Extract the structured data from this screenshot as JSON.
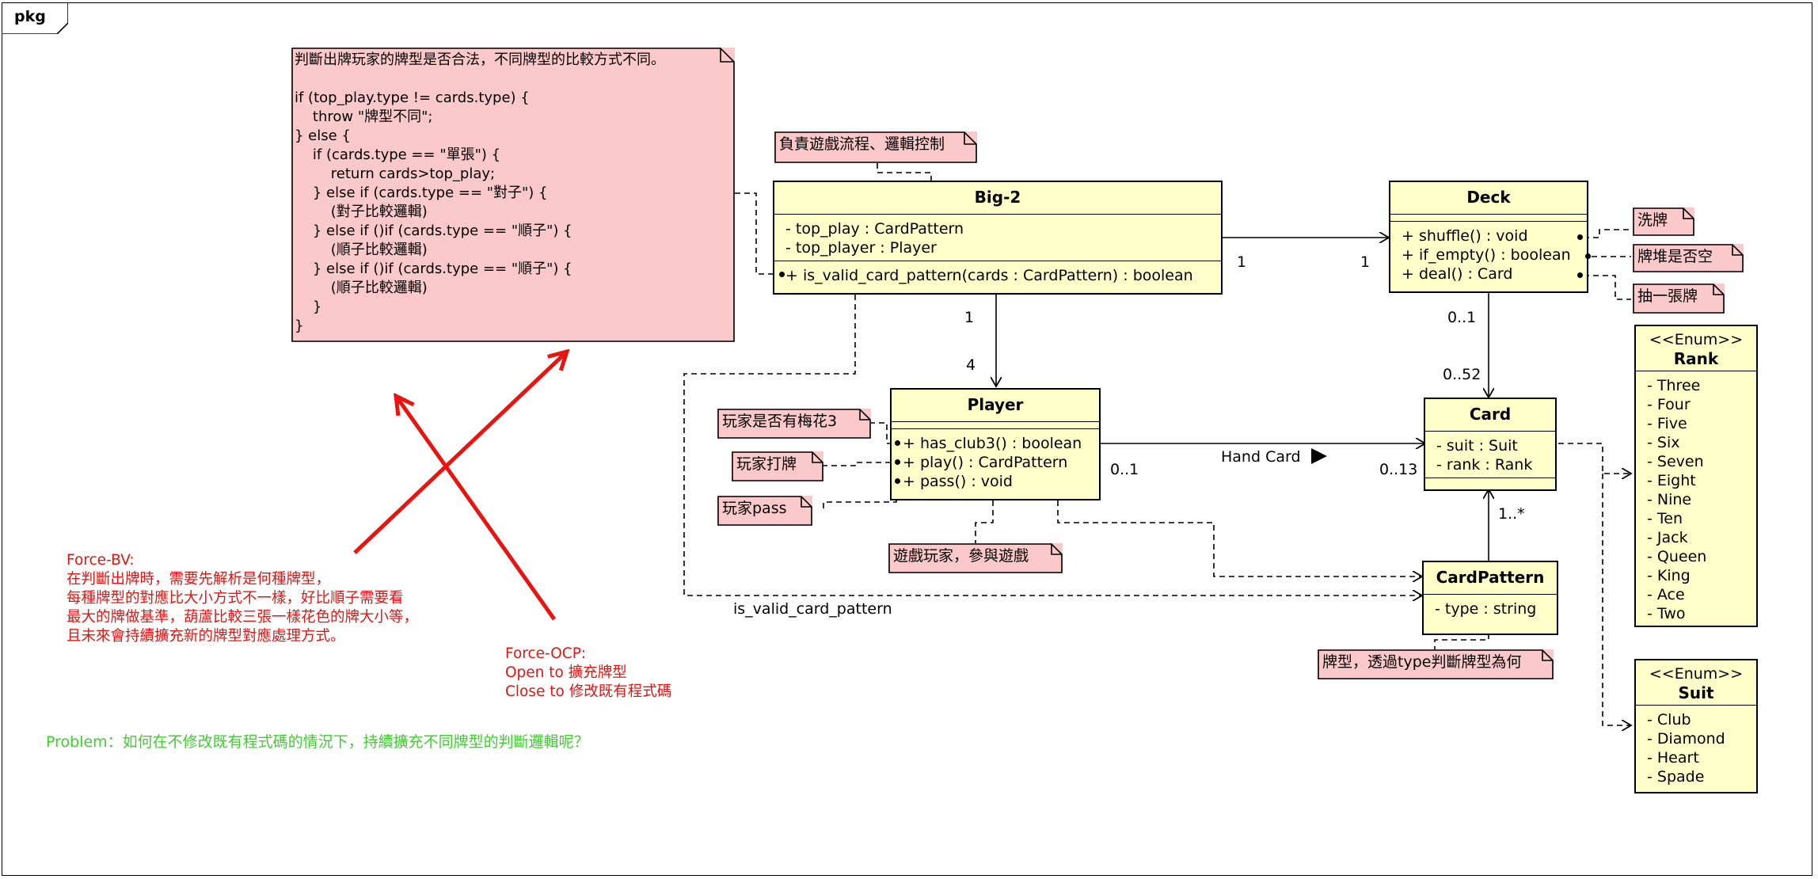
{
  "package": {
    "label": "pkg"
  },
  "classes": {
    "big2": {
      "name": "Big-2",
      "attrs": [
        "- top_play : CardPattern",
        "- top_player : Player"
      ],
      "ops": [
        "+ is_valid_card_pattern(cards : CardPattern) : boolean"
      ]
    },
    "deck": {
      "name": "Deck",
      "ops": [
        "+ shuffle() : void",
        "+ if_empty() : boolean",
        "+ deal() : Card"
      ]
    },
    "player": {
      "name": "Player",
      "ops": [
        "+ has_club3() : boolean",
        "+ play() : CardPattern",
        "+ pass() : void"
      ]
    },
    "card": {
      "name": "Card",
      "attrs": [
        "- suit : Suit",
        "- rank : Rank"
      ]
    },
    "cardpattern": {
      "name": "CardPattern",
      "attrs": [
        "- type : string"
      ]
    },
    "rank": {
      "stereotype": "<<Enum>>",
      "name": "Rank",
      "literals": [
        "- Three",
        "- Four",
        "- Five",
        "- Six",
        "- Seven",
        "- Eight",
        "- Nine",
        "- Ten",
        "- Jack",
        "- Queen",
        "- King",
        "- Ace",
        "- Two"
      ]
    },
    "suit": {
      "stereotype": "<<Enum>>",
      "name": "Suit",
      "literals": [
        "- Club",
        "- Diamond",
        "- Heart",
        "- Spade"
      ]
    }
  },
  "notes": {
    "validation_logic": "判斷出牌玩家的牌型是否合法，不同牌型的比較方式不同。\n\nif (top_play.type != cards.type) {\n    throw \"牌型不同\";\n} else {\n    if (cards.type == \"單張\") {\n        return cards>top_play;\n    } else if (cards.type == \"對子\") {\n        (對子比較邏輯)\n    } else if ()if (cards.type == \"順子\") {\n        (順子比較邏輯)\n    } else if ()if (cards.type == \"順子\") {\n        (順子比較邏輯)\n    }\n}",
    "flow_control": "負責遊戲流程、邏輯控制",
    "shuffle": "洗牌",
    "deck_empty": "牌堆是否空",
    "draw": "抽一張牌",
    "has_club3": "玩家是否有梅花3",
    "play": "玩家打牌",
    "pass": "玩家pass",
    "game_player": "遊戲玩家，參與遊戲",
    "pattern_type": "牌型，透過type判斷牌型為何"
  },
  "multiplicities": {
    "big2_deck_left": "1",
    "big2_deck_right": "1",
    "big2_player_top": "1",
    "big2_player_bottom": "4",
    "deck_card_top": "0..1",
    "deck_card_bottom": "0..52",
    "player_card_left": "0..1",
    "player_card_right": "0..13",
    "card_pattern": "1..*"
  },
  "associations": {
    "hand_card": "Hand Card",
    "is_valid": "is_valid_card_pattern"
  },
  "annotations": {
    "force_bv": "Force-BV:\n在判斷出牌時，需要先解析是何種牌型，\n每種牌型的對應比大小方式不一樣，好比順子需要看\n最大的牌做基準，葫蘆比較三張一樣花色的牌大小等，\n且未來會持續擴充新的牌型對應處理方式。",
    "force_ocp": "Force-OCP:\nOpen to 擴充牌型\nClose to 修改既有程式碼",
    "problem": "Problem：如何在不修改既有程式碼的情況下，持續擴充不同牌型的判斷邏輯呢？"
  },
  "colors": {
    "class_fill": "#ffffc9",
    "note_fill": "#fcc9cb",
    "force": "#e8140f",
    "problem": "#3ecf2e"
  }
}
